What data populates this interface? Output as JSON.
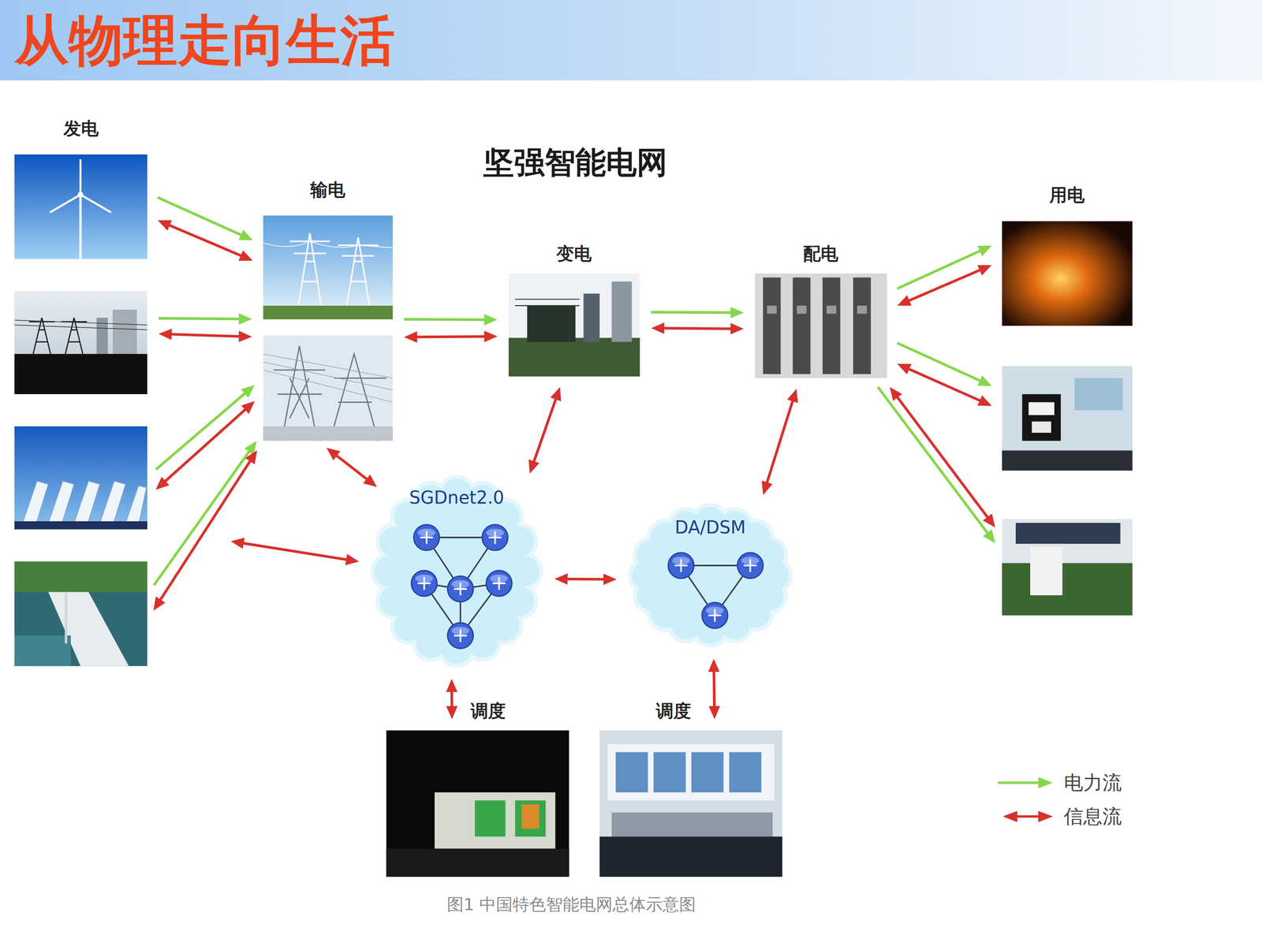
{
  "diagram": {
    "title": "从物理走向生活",
    "caption": "图1 中国特色智能电网总体示意图",
    "nodes": [
      {
        "text": [
          "发电"
        ]
      },
      {
        "text": [
          "坚强智能电网"
        ]
      },
      {
        "text": [
          "输电"
        ],
        "in": 1
      },
      {
        "text": [
          "变电"
        ],
        "in": 1
      },
      {
        "text": [
          "配电"
        ],
        "in": 1
      },
      {
        "text": [
          "SGDnet2.0"
        ],
        "in": 1
      },
      {
        "text": [
          "DA/DSM"
        ],
        "in": 1
      },
      {
        "text": [
          "用电"
        ]
      },
      {
        "text": [
          "调度"
        ]
      },
      {
        "text": [
          "调度"
        ]
      }
    ],
    "edges": [
      {
        "from": 0,
        "to": 2,
        "arrow": "to"
      },
      {
        "from": 0,
        "to": 2,
        "arrow": "both"
      },
      {
        "from": 0,
        "to": 2,
        "arrow": "to"
      },
      {
        "from": 0,
        "to": 2,
        "arrow": "both"
      },
      {
        "from": 0,
        "to": 2,
        "arrow": "to"
      },
      {
        "from": 0,
        "to": 2,
        "arrow": "both"
      },
      {
        "from": 0,
        "to": 2,
        "arrow": "to"
      },
      {
        "from": 0,
        "to": 2,
        "arrow": "both"
      },
      {
        "from": 2,
        "to": 3,
        "arrow": "to"
      },
      {
        "from": 2,
        "to": 3,
        "arrow": "both"
      },
      {
        "from": 3,
        "to": 4,
        "arrow": "to"
      },
      {
        "from": 3,
        "to": 4,
        "arrow": "both"
      },
      {
        "from": 4,
        "to": 7,
        "arrow": "to"
      },
      {
        "from": 4,
        "to": 7,
        "arrow": "both"
      },
      {
        "from": 4,
        "to": 7,
        "arrow": "to"
      },
      {
        "from": 4,
        "to": 7,
        "arrow": "both"
      },
      {
        "from": 4,
        "to": 7,
        "arrow": "to"
      },
      {
        "from": 4,
        "to": 7,
        "arrow": "both"
      },
      {
        "from": 0,
        "to": 5,
        "arrow": "both"
      },
      {
        "from": 2,
        "to": 5,
        "arrow": "both"
      },
      {
        "from": 3,
        "to": 5,
        "arrow": "both"
      },
      {
        "from": 4,
        "to": 6,
        "arrow": "both"
      },
      {
        "from": 5,
        "to": 6,
        "arrow": "both"
      },
      {
        "from": 5,
        "to": 8,
        "arrow": "both"
      },
      {
        "from": 6,
        "to": 9,
        "arrow": "both"
      }
    ],
    "legend": [
      {
        "text": "电力流"
      },
      {
        "text": "信息流"
      }
    ]
  }
}
